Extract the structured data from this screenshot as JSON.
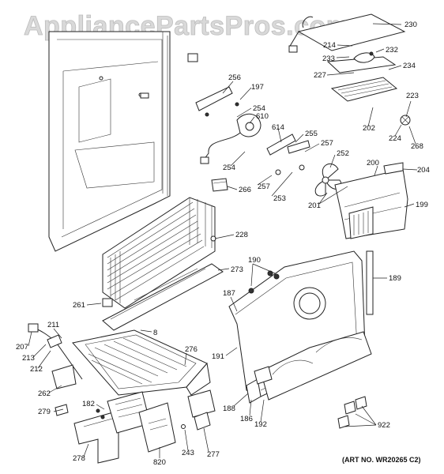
{
  "watermark": "AppliancePartsPros.com",
  "art_number": "(ART NO. WR20265 C2)",
  "callouts": [
    "230",
    "214",
    "232",
    "233",
    "227",
    "234",
    "256",
    "197",
    "254",
    "610",
    "223",
    "202",
    "224",
    "268",
    "614",
    "255",
    "257",
    "254",
    "252",
    "200",
    "204",
    "266",
    "257",
    "253",
    "201",
    "199",
    "228",
    "190",
    "189",
    "273",
    "187",
    "261",
    "8",
    "207",
    "211",
    "276",
    "213",
    "212",
    "191",
    "262",
    "188",
    "186",
    "192",
    "182",
    "279",
    "922",
    "278",
    "820",
    "243",
    "277"
  ]
}
